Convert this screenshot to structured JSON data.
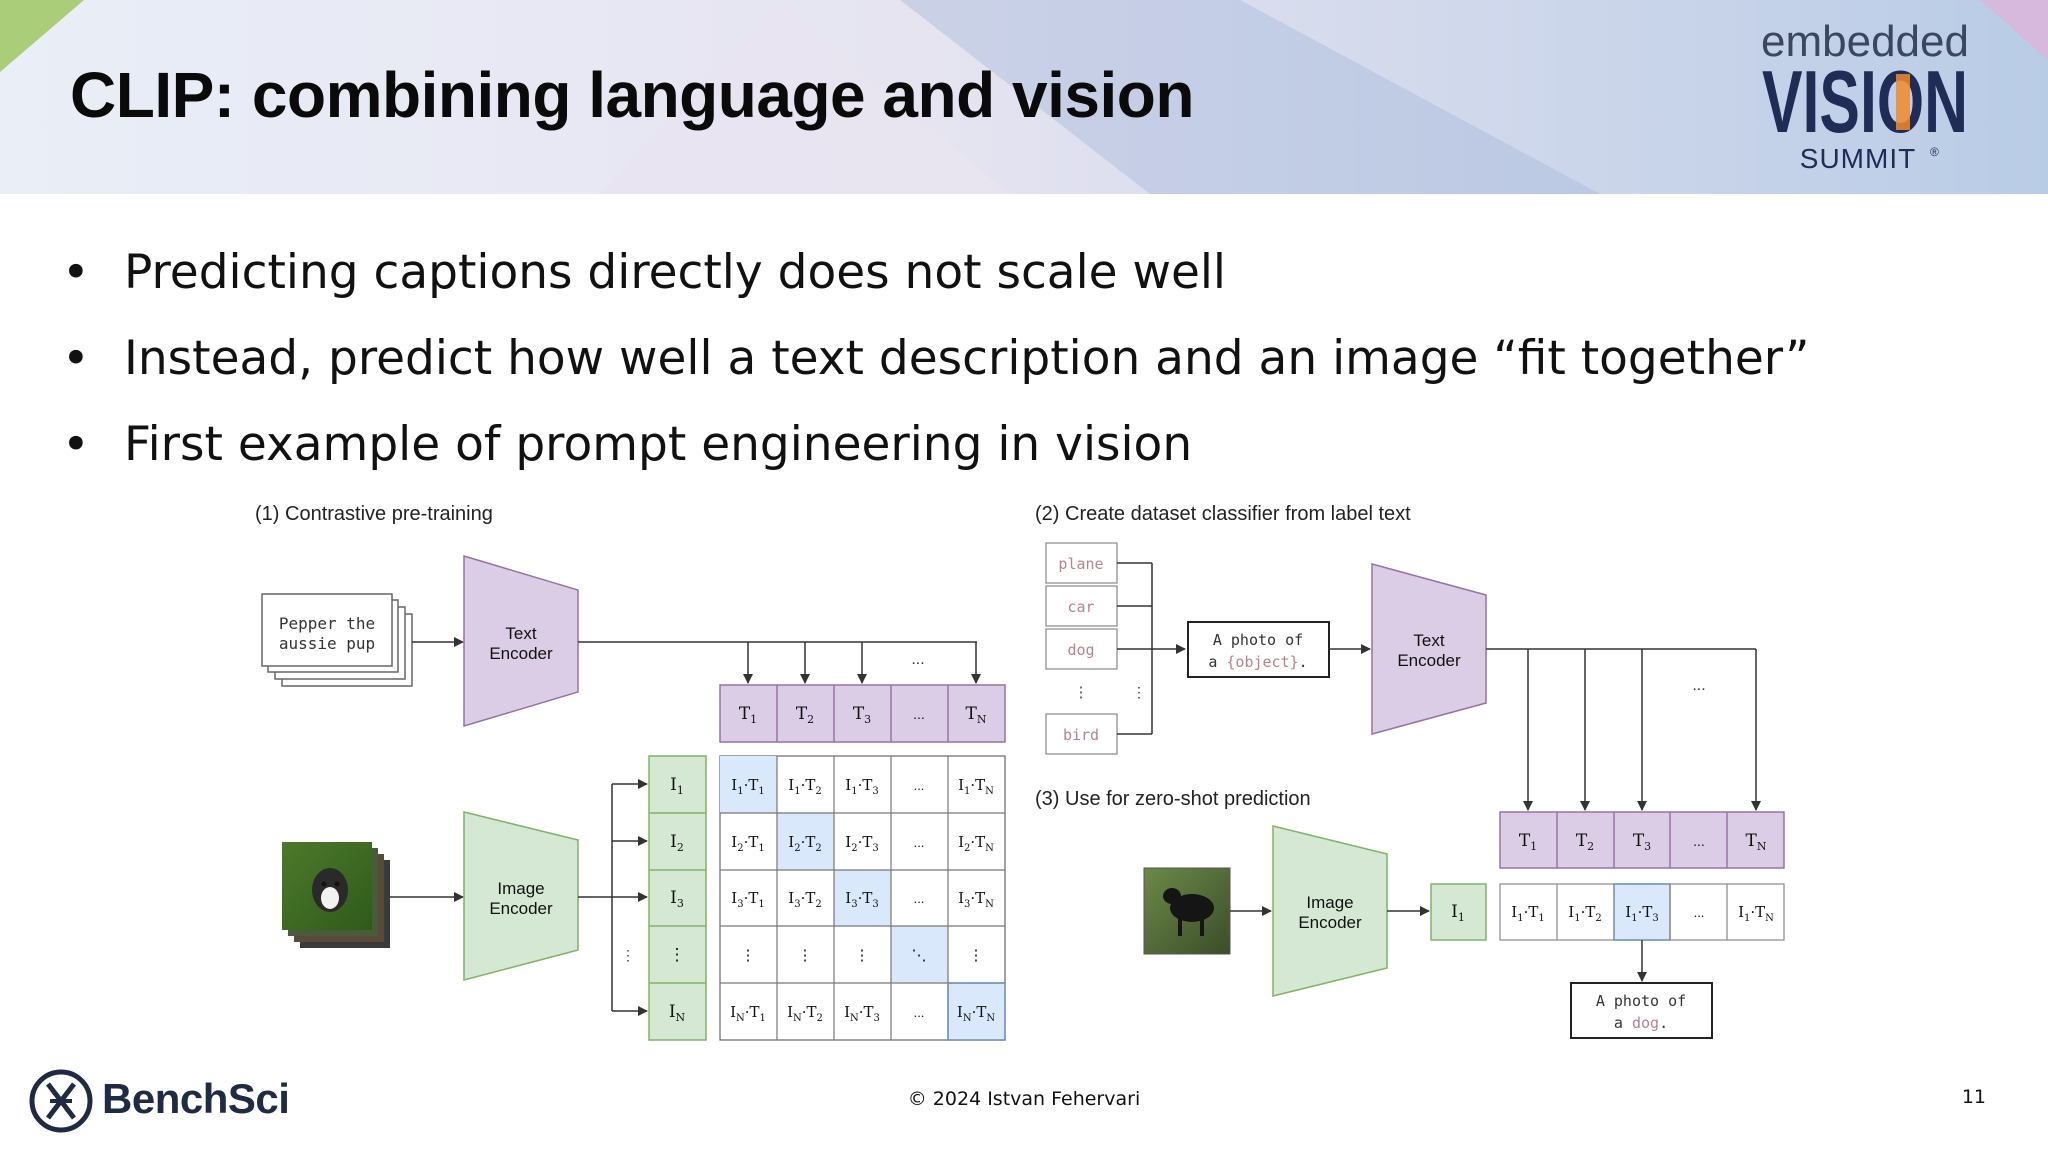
{
  "slide": {
    "title": "CLIP: combining language and vision",
    "bullets": [
      "Predicting captions directly does not scale well",
      "Instead, predict how well a text description and an image “fit together”",
      "First example of prompt engineering in vision"
    ],
    "copyright": "© 2024 Istvan Fehervari",
    "page_number": "11"
  },
  "brand": {
    "summit_line1": "embedded",
    "summit_line2": "VISION",
    "summit_line3": "SUMMIT",
    "trademark": "®",
    "company": "BenchSci"
  },
  "diagram": {
    "section1_title": "(1) Contrastive pre-training",
    "section2_title": "(2) Create dataset classifier from label text",
    "section3_title": "(3) Use for zero-shot prediction",
    "caption_card_line1": "Pepper the",
    "caption_card_line2": "aussie pup",
    "text_encoder_line1": "Text",
    "text_encoder_line2": "Encoder",
    "image_encoder_line1": "Image",
    "image_encoder_line2": "Encoder",
    "ellipsis": "...",
    "vdots": "⋮",
    "ddots": "⋱",
    "labels": [
      "plane",
      "car",
      "dog",
      "bird"
    ],
    "prompt_template_line1": "A photo of",
    "prompt_template_prefix": "a ",
    "prompt_template_object": "{object}",
    "prompt_template_suffix": ".",
    "result_line1": "A photo of",
    "result_prefix": "a ",
    "result_object": "dog",
    "result_suffix": "."
  },
  "colors": {
    "encoder_text_fill": "#dccde6",
    "encoder_image_fill": "#d5e8d4",
    "highlight_cell": "#dae8fc",
    "label_text": "#b5838d",
    "title_text": "#0a0a0a"
  }
}
